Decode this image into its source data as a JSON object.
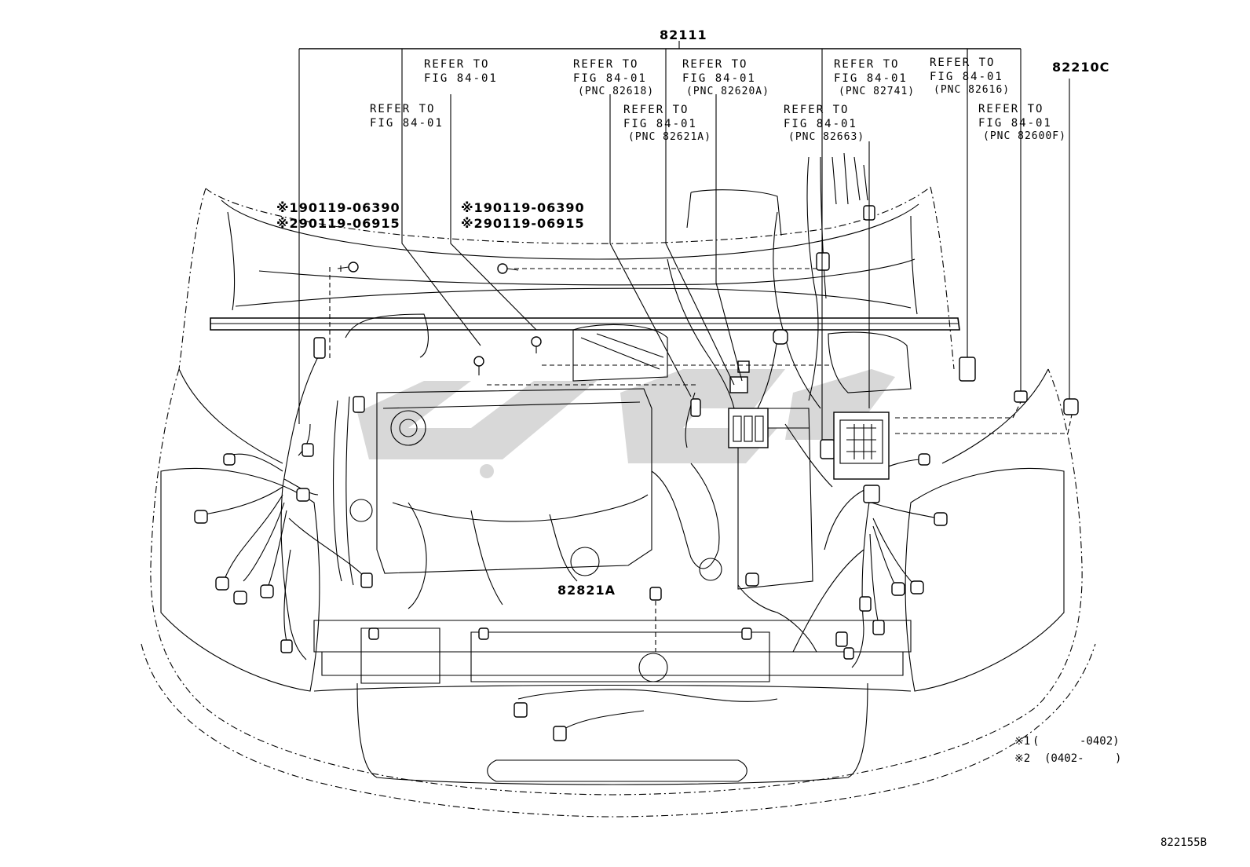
{
  "top_part": "82111",
  "right_part": "82210C",
  "bottom_part": "82821A",
  "figure_code": "822155B",
  "refer_labels": [
    {
      "line1": "REFER TO",
      "line2": "FIG 84-01",
      "pnc": ""
    },
    {
      "line1": "REFER TO",
      "line2": "FIG 84-01",
      "pnc": ""
    },
    {
      "line1": "REFER TO",
      "line2": "FIG 84-01",
      "pnc": "(PNC 82618)"
    },
    {
      "line1": "REFER TO",
      "line2": "FIG 84-01",
      "pnc": "(PNC 82620A)"
    },
    {
      "line1": "REFER TO",
      "line2": "FIG 84-01",
      "pnc": "(PNC 82621A)"
    },
    {
      "line1": "REFER TO",
      "line2": "FIG 84-01",
      "pnc": "(PNC 82741)"
    },
    {
      "line1": "REFER TO",
      "line2": "FIG 84-01",
      "pnc": "(PNC 82663)"
    },
    {
      "line1": "REFER TO",
      "line2": "FIG 84-01",
      "pnc": "(PNC 82616)"
    },
    {
      "line1": "REFER TO",
      "line2": "FIG 84-01",
      "pnc": "(PNC 82600F)"
    }
  ],
  "bolt_groups": [
    {
      "line1": "※190119-06390",
      "line2": "※290119-06915"
    },
    {
      "line1": "※190119-06390",
      "line2": "※290119-06915"
    }
  ],
  "notes": [
    {
      "mark": "※1",
      "open": "(",
      "range": "-0402)"
    },
    {
      "mark": "※2",
      "open": "(0402-",
      "range": ")"
    }
  ]
}
